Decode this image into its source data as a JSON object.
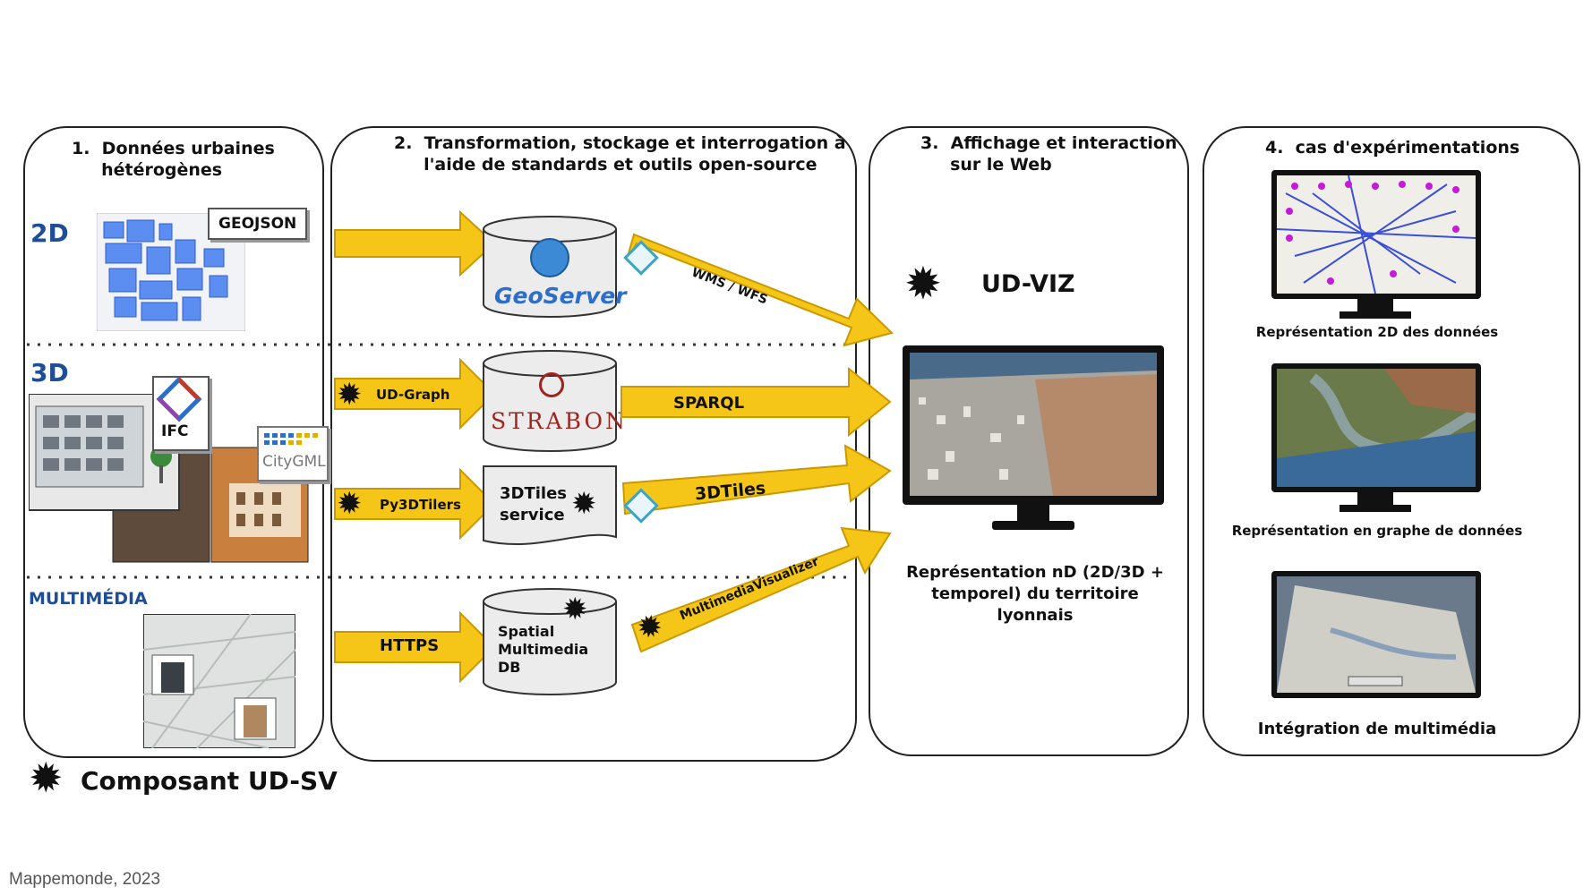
{
  "panels": {
    "p1": {
      "title": "1.  Données urbaines\n     hétérogènes"
    },
    "p2": {
      "title": "2.  Transformation, stockage et interrogation à\n     l'aide de standards et outils open-source"
    },
    "p3": {
      "title": "3.  Affichage et interaction\n     sur le Web"
    },
    "p4": {
      "title": "4.  cas d'expérimentations"
    }
  },
  "data_types": {
    "d2": "2D",
    "d3": "3D",
    "multimedia": "MULTIMÉDIA"
  },
  "formats": {
    "geojson": "GEOJSON",
    "ifc": "IFC",
    "citygml": "CityGML"
  },
  "services": {
    "geoserver": "GeoServer",
    "strabon": "STRABON",
    "tiles_service": "3DTiles\nservice",
    "multimedia_db": "Spatial\nMultimedia\nDB"
  },
  "tools": {
    "ud_graph": "UD-Graph",
    "py3dtilers": "Py3DTilers",
    "https": "HTTPS"
  },
  "links": {
    "wms_wfs": "WMS / WFS",
    "sparql": "SPARQL",
    "tiles": "3DTiles",
    "multimedia_visualizer": "MultimediaVisualizer"
  },
  "viz": {
    "title": "UD-VIZ",
    "caption": "Représentation nD (2D/3D +\ntemporel) du territoire\nlyonnais"
  },
  "experiments": [
    {
      "label": "Représentation  2D des données"
    },
    {
      "label": "Représentation  en graphe de données"
    },
    {
      "label": "Intégration de multimédia"
    }
  ],
  "legend": {
    "label": "Composant UD-SV"
  },
  "footer": "Mappemonde, 2023",
  "colors": {
    "arrow": "#f5c518",
    "arrow_stroke": "#c99a00",
    "blue": "#1f4e96"
  }
}
